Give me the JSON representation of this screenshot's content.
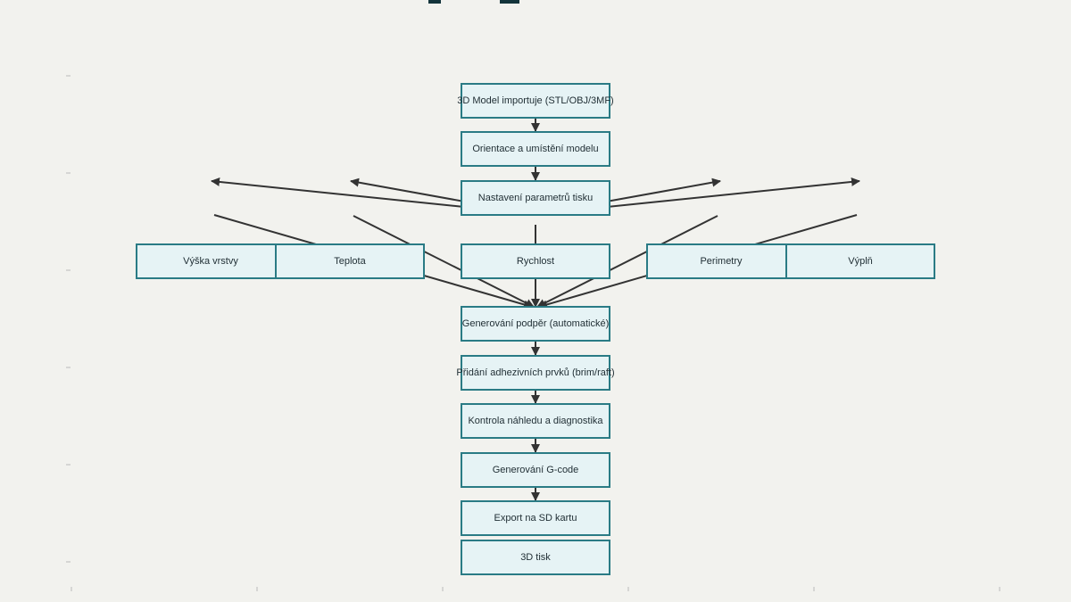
{
  "diagram": {
    "nodes": {
      "import": "3D Model importuje (STL/OBJ/3MF)",
      "orientation": "Orientace a umístění modelu",
      "params": "Nastavení parametrů tisku",
      "layer_height": "Výška vrstvy",
      "temperature": "Teplota",
      "speed": "Rychlost",
      "perimeters": "Perimetry",
      "infill": "Výplň",
      "supports": "Generování podpěr (automatické)",
      "adhesion": "Přidání adhezivních prvků (brim/raft)",
      "preview": "Kontrola náhledu a diagnostika",
      "gcode": "Generování G-code",
      "export": "Export na SD kartu",
      "print": "3D tisk"
    },
    "colors": {
      "node_fill": "#e6f3f5",
      "node_border": "#2a7b85",
      "arrow": "#333333",
      "background": "#f2f2ee",
      "title": "#13343b"
    }
  }
}
